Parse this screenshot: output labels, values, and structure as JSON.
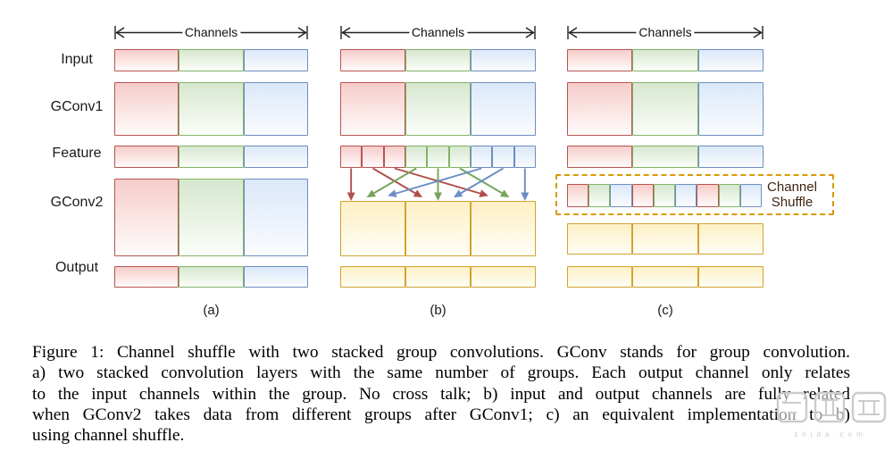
{
  "palette": {
    "red_stroke": "#b85450",
    "red_fill": "#f6cdca",
    "green_stroke": "#82b366",
    "green_fill": "#d7e7cf",
    "blue_stroke": "#6c8ebf",
    "blue_fill": "#dbe8f9",
    "yellow_stroke": "#cfa42f",
    "yellow_fill": "#fdf0c5",
    "dash_stroke": "#d79b00",
    "arrow_red": "#b04f4c",
    "arrow_green": "#76a45b",
    "arrow_blue": "#6b8ec6",
    "shuffle_text": "#3f2212",
    "wm_color": "#cccccc",
    "measure_stroke": "#222222"
  },
  "row_labels": [
    "Input",
    "GConv1",
    "Feature",
    "GConv2",
    "Output"
  ],
  "panels": [
    {
      "letter": "(a)",
      "channels_label": "Channels"
    },
    {
      "letter": "(b)",
      "channels_label": "Channels"
    },
    {
      "letter": "(c)",
      "channels_label": "Channels"
    }
  ],
  "channel_shuffle_label": "Channel Shuffle",
  "diagram": {
    "groups": 3,
    "group_colors": [
      "red",
      "green",
      "blue"
    ],
    "solid_row": [
      "red",
      "green",
      "blue"
    ],
    "yellow_row": [
      "yellow",
      "yellow",
      "yellow"
    ],
    "feature_cells": [
      "red",
      "red",
      "red",
      "green",
      "green",
      "green",
      "blue",
      "blue",
      "blue"
    ],
    "shuffle_cells": [
      "red",
      "green",
      "blue",
      "red",
      "green",
      "blue",
      "red",
      "green",
      "blue"
    ],
    "arrows": [
      {
        "from": 0,
        "to": 0,
        "color": "red"
      },
      {
        "from": 1,
        "to": 3,
        "color": "red"
      },
      {
        "from": 2,
        "to": 6,
        "color": "red"
      },
      {
        "from": 3,
        "to": 1,
        "color": "green"
      },
      {
        "from": 4,
        "to": 4,
        "color": "green"
      },
      {
        "from": 5,
        "to": 7,
        "color": "green"
      },
      {
        "from": 6,
        "to": 2,
        "color": "blue"
      },
      {
        "from": 7,
        "to": 5,
        "color": "blue"
      },
      {
        "from": 8,
        "to": 8,
        "color": "blue"
      }
    ]
  },
  "caption": {
    "lines": [
      "Figure 1: Channel shuffle with two stacked group convolutions. GConv stands for group convolution.",
      "a) two stacked convolution layers with the same number of groups. Each output channel only relates",
      "to the input channels within the group. No cross talk; b) input and output channels are fully related",
      "when GConv2 takes data from different groups after GConv1; c) an equivalent implementation to b)",
      "using channel shuffle."
    ]
  },
  "watermark": {
    "domain": "zhida.com"
  }
}
